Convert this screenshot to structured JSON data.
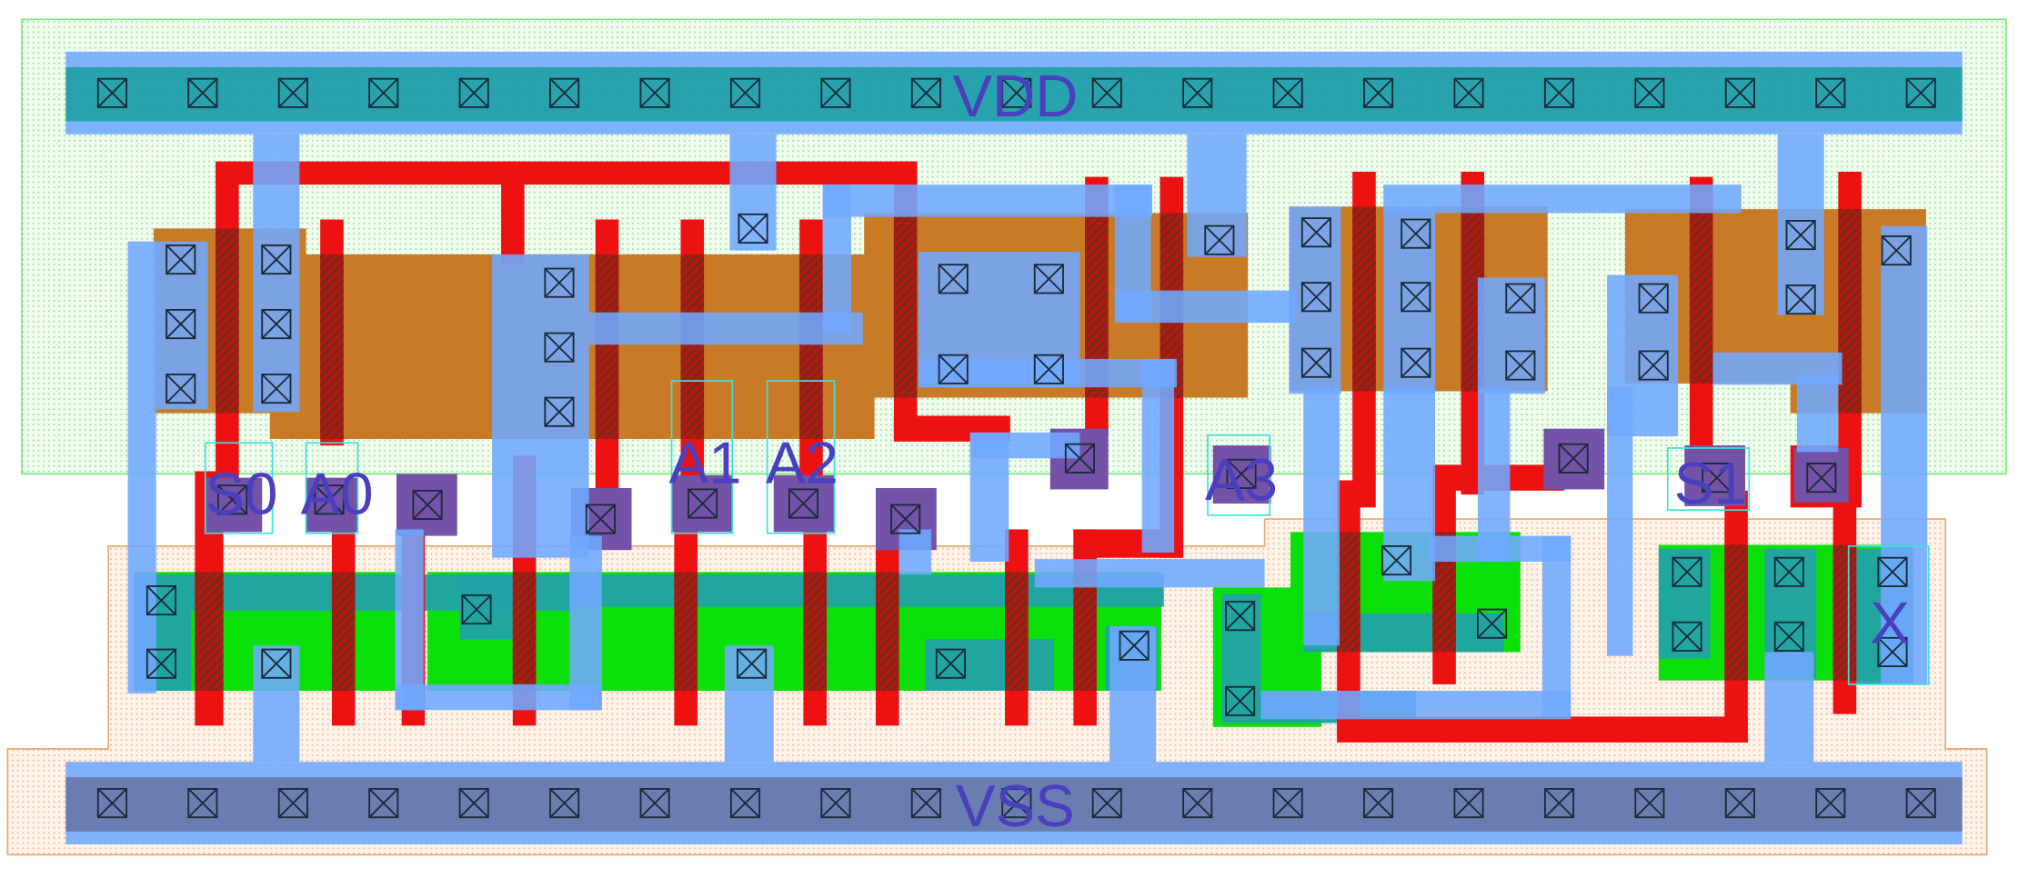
{
  "title": "Standard cell layout (MUX4-style)",
  "rails": {
    "top": "VDD",
    "bottom": "VSS"
  },
  "pins": {
    "s0": "S0",
    "a0": "A0",
    "a1": "A1",
    "a2": "A2",
    "a3": "A3",
    "s1": "S1",
    "x": "X"
  },
  "colors": {
    "nwell": "#7be87b",
    "pwell": "#e8a870",
    "metal1": "#6fa8ff",
    "poly": "#ee1111",
    "pdiff": "#c87a26",
    "ndiff": "#0be00b",
    "label": "#4a3fbf"
  }
}
